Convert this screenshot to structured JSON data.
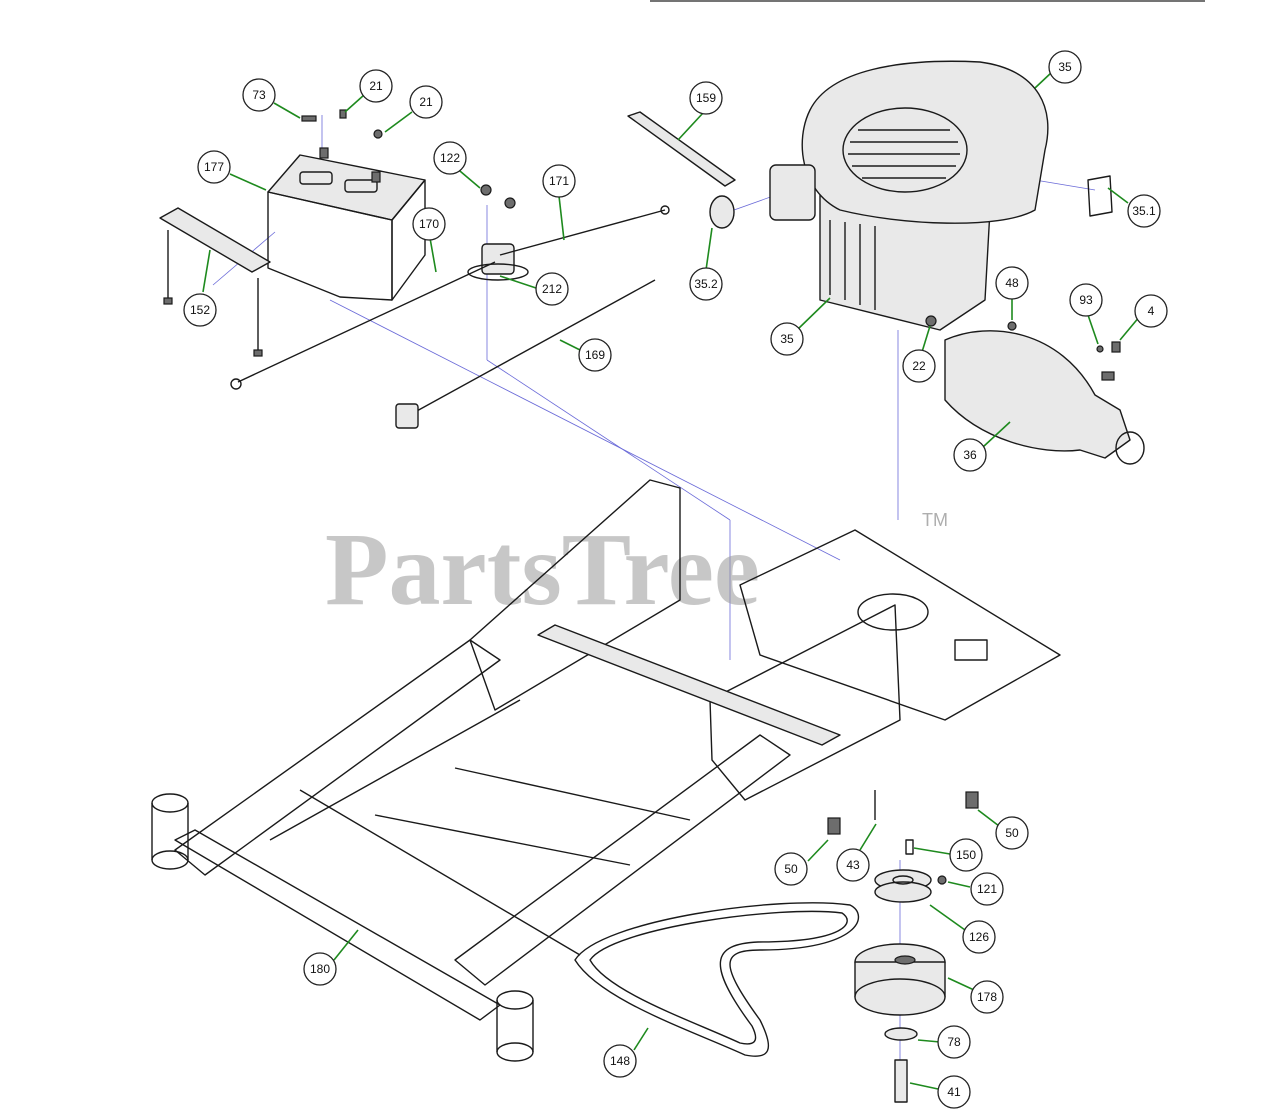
{
  "watermark": {
    "text": "PartsTree",
    "tm": "TM"
  },
  "colors": {
    "leader": "#1e8a1e",
    "guide": "#6a6ad8",
    "outline": "#1a1a1a",
    "watermark": "#9a9a9a"
  },
  "callouts": [
    {
      "id": "c73",
      "label": "73"
    },
    {
      "id": "c21a",
      "label": "21"
    },
    {
      "id": "c21b",
      "label": "21"
    },
    {
      "id": "c177",
      "label": "177"
    },
    {
      "id": "c122",
      "label": "122"
    },
    {
      "id": "c171",
      "label": "171"
    },
    {
      "id": "c170",
      "label": "170"
    },
    {
      "id": "c152",
      "label": "152"
    },
    {
      "id": "c212",
      "label": "212"
    },
    {
      "id": "c169",
      "label": "169"
    },
    {
      "id": "c159",
      "label": "159"
    },
    {
      "id": "c35a",
      "label": "35"
    },
    {
      "id": "c35_1",
      "label": "35.1"
    },
    {
      "id": "c35_2",
      "label": "35.2"
    },
    {
      "id": "c35b",
      "label": "35"
    },
    {
      "id": "c48",
      "label": "48"
    },
    {
      "id": "c93",
      "label": "93"
    },
    {
      "id": "c4",
      "label": "4"
    },
    {
      "id": "c22",
      "label": "22"
    },
    {
      "id": "c36",
      "label": "36"
    },
    {
      "id": "c50a",
      "label": "50"
    },
    {
      "id": "c50b",
      "label": "50"
    },
    {
      "id": "c43",
      "label": "43"
    },
    {
      "id": "c150",
      "label": "150"
    },
    {
      "id": "c121",
      "label": "121"
    },
    {
      "id": "c126",
      "label": "126"
    },
    {
      "id": "c180",
      "label": "180"
    },
    {
      "id": "c178",
      "label": "178"
    },
    {
      "id": "c78",
      "label": "78"
    },
    {
      "id": "c148",
      "label": "148"
    },
    {
      "id": "c41",
      "label": "41"
    }
  ]
}
